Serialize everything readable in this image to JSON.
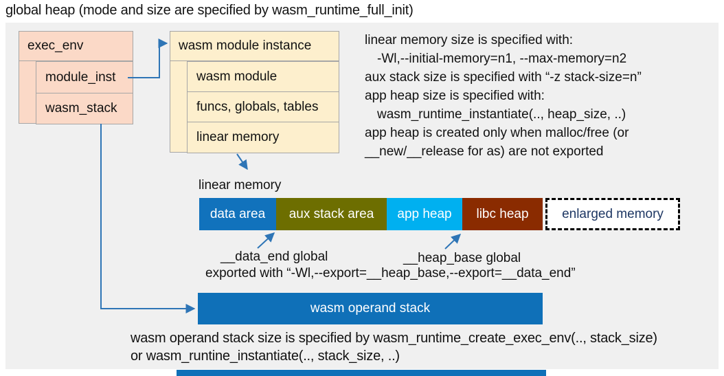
{
  "title": "global heap (mode and size are specified by wasm_runtime_full_init)",
  "exec_env_box": {
    "header": "exec_env",
    "rows": [
      "module_inst",
      "wasm_stack"
    ]
  },
  "module_instance_box": {
    "header": "wasm module instance",
    "rows": [
      "wasm module",
      "funcs, globals, tables",
      "linear memory"
    ]
  },
  "notes": {
    "lines": [
      "linear memory size is specified with:",
      "-Wl,--initial-memory=n1, --max-memory=n2",
      "aux stack size is specified with “-z stack-size=n”",
      "app heap size is specified with:",
      "wasm_runtime_instantiate(.., heap_size, ..)",
      "app heap is created only when malloc/free (or",
      "__new/__release for as) are not exported"
    ]
  },
  "linear_memory": {
    "label": "linear memory",
    "segments": [
      {
        "label": "data area",
        "color": "#1172BC"
      },
      {
        "label": "aux stack area",
        "color": "#6D6E00"
      },
      {
        "label": "app heap",
        "color": "#00B0F0"
      },
      {
        "label": "libc heap",
        "color": "#8A2B00"
      }
    ],
    "enlarged": {
      "label": "enlarged memory",
      "text_color": "#1F3864"
    }
  },
  "annotations": {
    "data_end": "__data_end global",
    "heap_base": "__heap_base global",
    "exported": "exported with “-Wl,--export=__heap_base,--export=__data_end”"
  },
  "operand_stack": {
    "label": "wasm operand stack",
    "color": "#0F70B8"
  },
  "footer": {
    "lines": [
      "wasm operand stack size is specified by wasm_runtime_create_exec_env(.., stack_size)",
      "or wasm_runtine_instantiate(.., stack_size, ..)"
    ]
  },
  "colors": {
    "panel_bg": "#F0F0F0",
    "exec_env_fill": "#FBD9C7",
    "module_instance_fill": "#FDEFCD",
    "box_border": "#A6A6A6",
    "arrow_blue": "#2E75B6"
  }
}
